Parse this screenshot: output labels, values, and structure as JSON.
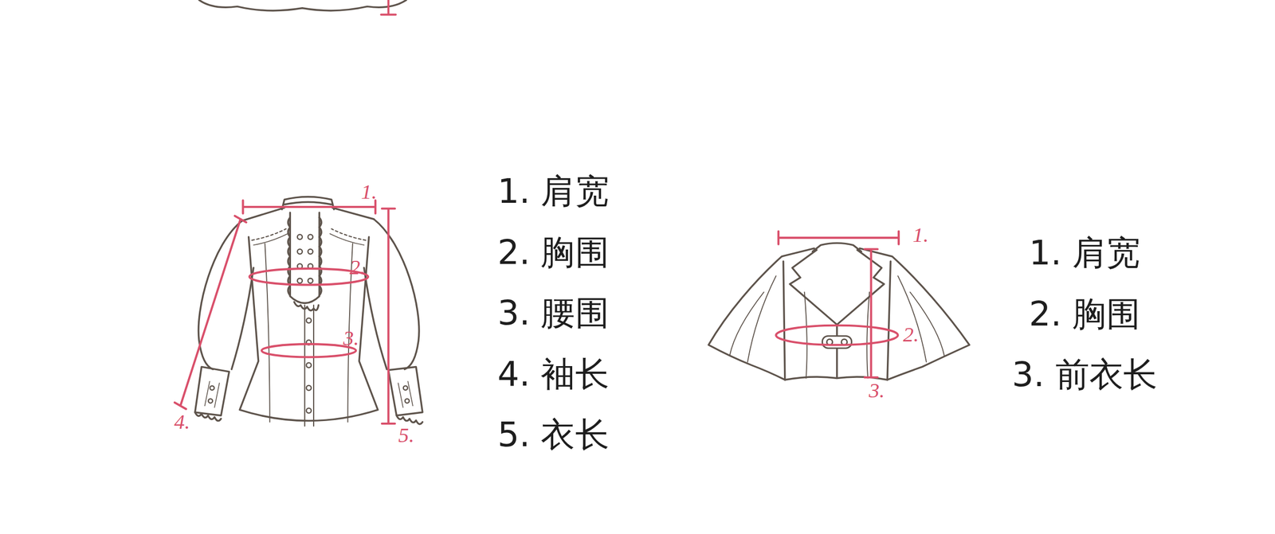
{
  "diagram": {
    "labels": [
      "1.",
      "2.",
      "3.",
      "4.",
      "5.",
      "1. 肩宽",
      "2. 胸围",
      "3. 腰围",
      "4. 袖长",
      "5. 衣长",
      "1.",
      "2.",
      "3.",
      "1. 肩宽",
      "2. 胸围",
      "3. 前衣长"
    ]
  }
}
